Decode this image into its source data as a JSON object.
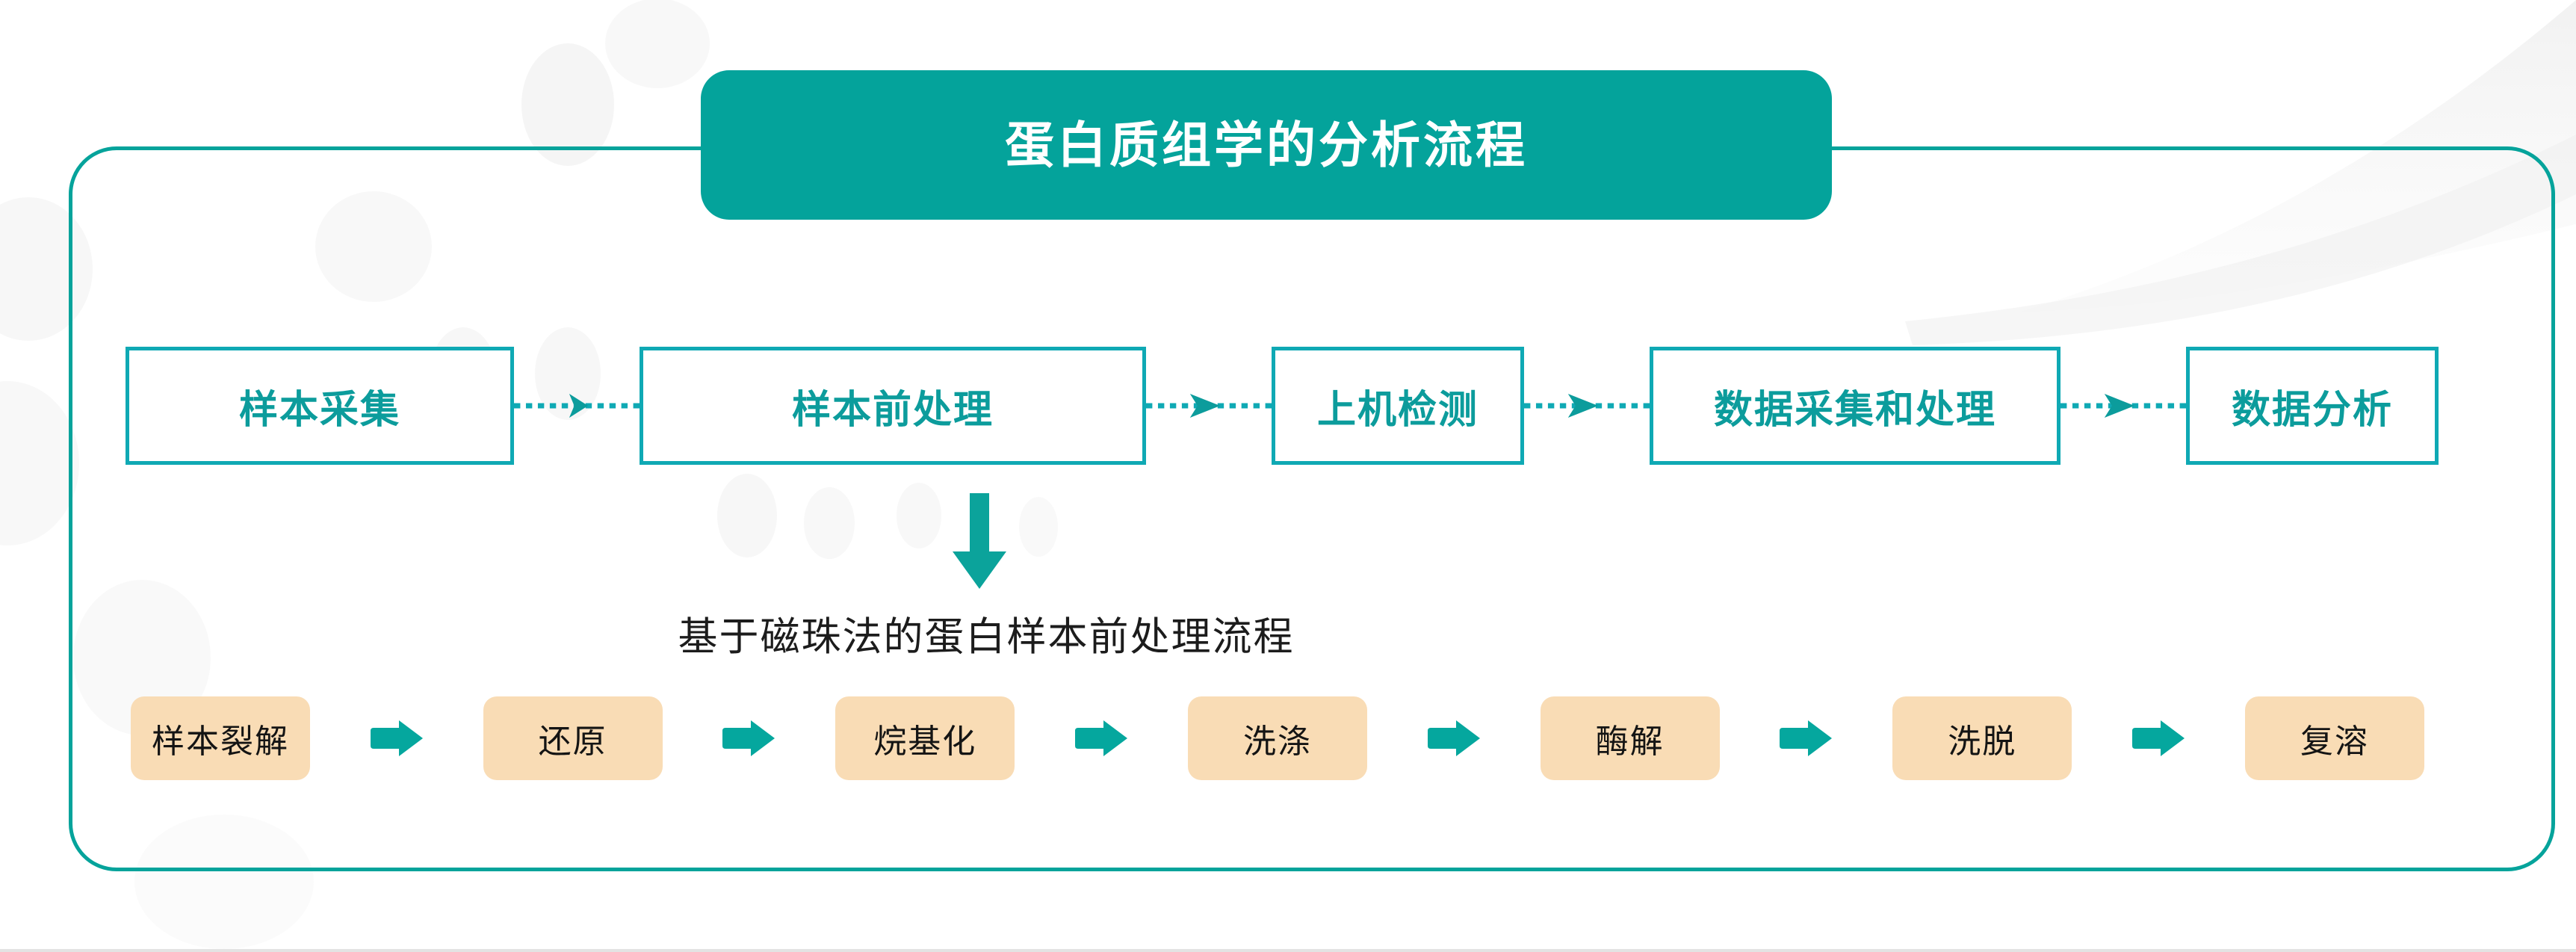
{
  "colors": {
    "teal_banner": "#04A39B",
    "teal_frame": "#05A39B",
    "teal_box_border": "#0FA9B4",
    "teal_box_text": "#0C9C9C",
    "teal_arrow": "#05A79E",
    "peach_fill": "#F9DCB5",
    "dark_text": "#141414",
    "page_background": "#FFFFFF"
  },
  "banner": {
    "title": "蛋白质组学的分析流程"
  },
  "main_flow": {
    "steps": [
      {
        "label": "样本采集"
      },
      {
        "label": "样本前处理"
      },
      {
        "label": "上机检测"
      },
      {
        "label": "数据采集和处理"
      },
      {
        "label": "数据分析"
      }
    ],
    "connector_style": "dashed-arrow"
  },
  "branch": {
    "arrow_direction": "down",
    "from_step": "样本前处理",
    "subtitle": "基于磁珠法的蛋白样本前处理流程"
  },
  "sub_flow": {
    "steps": [
      {
        "label": "样本裂解"
      },
      {
        "label": "还原"
      },
      {
        "label": "烷基化"
      },
      {
        "label": "洗涤"
      },
      {
        "label": "酶解"
      },
      {
        "label": "洗脱"
      },
      {
        "label": "复溶"
      }
    ],
    "connector_style": "solid-block-arrow"
  },
  "icons": {
    "dashed_arrow": "dashed-arrow-right-icon",
    "block_arrow": "block-arrow-right-icon",
    "down_arrow": "arrow-down-icon"
  }
}
